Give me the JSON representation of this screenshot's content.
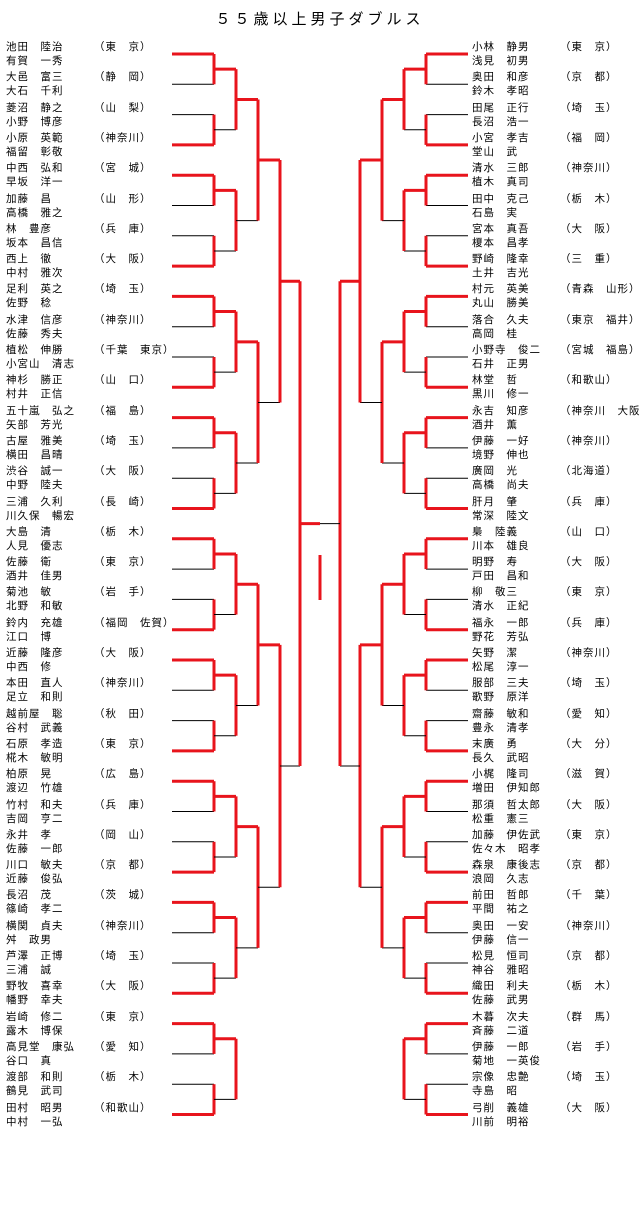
{
  "title": "５５歳以上男子ダブルス",
  "left_pairs": [
    {
      "p1": "池田　陸治",
      "p2": "有賀　一秀",
      "pref": "東　京"
    },
    {
      "p1": "大邑　富三",
      "p2": "大石　千利",
      "pref": "静　岡"
    },
    {
      "p1": "菱沼　静之",
      "p2": "小野　博彦",
      "pref": "山　梨"
    },
    {
      "p1": "小原　英範",
      "p2": "福留　彰敬",
      "pref": "神奈川"
    },
    {
      "p1": "中西　弘和",
      "p2": "早坂　洋一",
      "pref": "宮　城"
    },
    {
      "p1": "加藤　昌",
      "p2": "高橋　雅之",
      "pref": "山　形"
    },
    {
      "p1": "林　豊彦",
      "p2": "坂本　昌信",
      "pref": "兵　庫"
    },
    {
      "p1": "西上　徹",
      "p2": "中村　雅次",
      "pref": "大　阪"
    },
    {
      "p1": "足利　英之",
      "p2": "佐野　稔",
      "pref": "埼　玉"
    },
    {
      "p1": "水津　信彦",
      "p2": "佐藤　秀夫",
      "pref": "神奈川"
    },
    {
      "p1": "植松　伸勝",
      "p2": "小宮山　清志",
      "pref": "千葉　東京"
    },
    {
      "p1": "神杉　勝正",
      "p2": "村井　正信",
      "pref": "山　口"
    },
    {
      "p1": "五十嵐　弘之",
      "p2": "矢部　芳光",
      "pref": "福　島"
    },
    {
      "p1": "古屋　雅美",
      "p2": "横田　昌晴",
      "pref": "埼　玉"
    },
    {
      "p1": "渋谷　誠一",
      "p2": "中野　陸夫",
      "pref": "大　阪"
    },
    {
      "p1": "三浦　久利",
      "p2": "川久保　暢宏",
      "pref": "長　崎"
    },
    {
      "p1": "大島　清",
      "p2": "人見　優志",
      "pref": "栃　木"
    },
    {
      "p1": "佐藤　衛",
      "p2": "酒井　佳男",
      "pref": "東　京"
    },
    {
      "p1": "菊池　敏",
      "p2": "北野　和敏",
      "pref": "岩　手"
    },
    {
      "p1": "鈴内　充雄",
      "p2": "江口　博",
      "pref": "福岡　佐賀"
    },
    {
      "p1": "近藤　隆彦",
      "p2": "中西　修",
      "pref": "大　阪"
    },
    {
      "p1": "本田　直人",
      "p2": "足立　和則",
      "pref": "神奈川"
    },
    {
      "p1": "越前屋　聡",
      "p2": "谷村　武義",
      "pref": "秋　田"
    },
    {
      "p1": "石原　孝造",
      "p2": "椛木　敏明",
      "pref": "東　京"
    },
    {
      "p1": "柏原　晃",
      "p2": "渡辺　竹雄",
      "pref": "広　島"
    },
    {
      "p1": "竹村　和夫",
      "p2": "吉岡　亨二",
      "pref": "兵　庫"
    },
    {
      "p1": "永井　孝",
      "p2": "佐藤　一郎",
      "pref": "岡　山"
    },
    {
      "p1": "川口　敏夫",
      "p2": "近藤　俊弘",
      "pref": "京　都"
    },
    {
      "p1": "長沼　茂",
      "p2": "篠崎　孝二",
      "pref": "茨　城"
    },
    {
      "p1": "横関　貞夫",
      "p2": "舛　政男",
      "pref": "神奈川"
    },
    {
      "p1": "芦澤　正博",
      "p2": "三浦　誠",
      "pref": "埼　玉"
    },
    {
      "p1": "野牧　喜幸",
      "p2": "幡野　幸夫",
      "pref": "大　阪"
    },
    {
      "p1": "岩崎　修二",
      "p2": "露木　博保",
      "pref": "東　京"
    },
    {
      "p1": "高見堂　康弘",
      "p2": "谷口　真",
      "pref": "愛　知"
    },
    {
      "p1": "渡部　和則",
      "p2": "鶴見　武司",
      "pref": "栃　木"
    },
    {
      "p1": "田村　昭男",
      "p2": "中村　一弘",
      "pref": "和歌山"
    }
  ],
  "right_pairs": [
    {
      "p1": "小林　静男",
      "p2": "浅見　初男",
      "pref": "東　京"
    },
    {
      "p1": "奥田　和彦",
      "p2": "鈴木　孝昭",
      "pref": "京　都"
    },
    {
      "p1": "田尾　正行",
      "p2": "長沼　浩一",
      "pref": "埼　玉"
    },
    {
      "p1": "小宮　孝吉",
      "p2": "堂山　武",
      "pref": "福　岡"
    },
    {
      "p1": "清水　三郎",
      "p2": "植木　真司",
      "pref": "神奈川"
    },
    {
      "p1": "田中　克己",
      "p2": "石島　実",
      "pref": "栃　木"
    },
    {
      "p1": "宮本　真吾",
      "p2": "榎本　昌孝",
      "pref": "大　阪"
    },
    {
      "p1": "野崎　隆幸",
      "p2": "土井　吉光",
      "pref": "三　重"
    },
    {
      "p1": "村元　英美",
      "p2": "丸山　勝美",
      "pref": "青森　山形"
    },
    {
      "p1": "落合　久夫",
      "p2": "高岡　桂",
      "pref": "東京　福井"
    },
    {
      "p1": "小野寺　俊二",
      "p2": "石井　正男",
      "pref": "宮城　福島"
    },
    {
      "p1": "林堂　哲",
      "p2": "黒川　修一",
      "pref": "和歌山"
    },
    {
      "p1": "永吉　知彦",
      "p2": "酒井　薫",
      "pref": "神奈川　大阪"
    },
    {
      "p1": "伊藤　一好",
      "p2": "境野　伸也",
      "pref": "神奈川"
    },
    {
      "p1": "廣岡　光",
      "p2": "高橋　尚夫",
      "pref": "北海道"
    },
    {
      "p1": "肝月　肇",
      "p2": "常深　陸文",
      "pref": "兵　庫"
    },
    {
      "p1": "梟　陸義",
      "p2": "川本　雄良",
      "pref": "山　口"
    },
    {
      "p1": "明野　寿",
      "p2": "戸田　昌和",
      "pref": "大　阪"
    },
    {
      "p1": "柳　敬三",
      "p2": "清水　正紀",
      "pref": "東　京"
    },
    {
      "p1": "福永　一郎",
      "p2": "野花　芳弘",
      "pref": "兵　庫"
    },
    {
      "p1": "矢野　潔",
      "p2": "松尾　淳一",
      "pref": "神奈川"
    },
    {
      "p1": "服部　三夫",
      "p2": "歌野　原洋",
      "pref": "埼　玉"
    },
    {
      "p1": "齋藤　敏和",
      "p2": "豊永　清孝",
      "pref": "愛　知"
    },
    {
      "p1": "末廣　勇",
      "p2": "長久　武昭",
      "pref": "大　分"
    },
    {
      "p1": "小梶　隆司",
      "p2": "増田　伊知郎",
      "pref": "滋　賀"
    },
    {
      "p1": "那須　哲太郎",
      "p2": "松重　憲三",
      "pref": "大　阪"
    },
    {
      "p1": "加藤　伊佐武",
      "p2": "佐々木　昭孝",
      "pref": "東　京"
    },
    {
      "p1": "森泉　康後志",
      "p2": "浪岡　久志",
      "pref": "京　都"
    },
    {
      "p1": "前田　哲郎",
      "p2": "平間　祐之",
      "pref": "千　葉"
    },
    {
      "p1": "奥田　一安",
      "p2": "伊藤　信一",
      "pref": "神奈川"
    },
    {
      "p1": "松見　恒司",
      "p2": "神谷　雅昭",
      "pref": "京　都"
    },
    {
      "p1": "織田　利夫",
      "p2": "佐藤　武男",
      "pref": "栃　木"
    },
    {
      "p1": "木暮　次夫",
      "p2": "斉藤　二道",
      "pref": "群　馬"
    },
    {
      "p1": "伊藤　一郎",
      "p2": "菊地　一英俊",
      "pref": "岩　手"
    },
    {
      "p1": "宗像　忠艶",
      "p2": "寺島　昭",
      "pref": "埼　玉"
    },
    {
      "p1": "弓削　義雄",
      "p2": "川前　明裕",
      "pref": "大　阪"
    }
  ]
}
